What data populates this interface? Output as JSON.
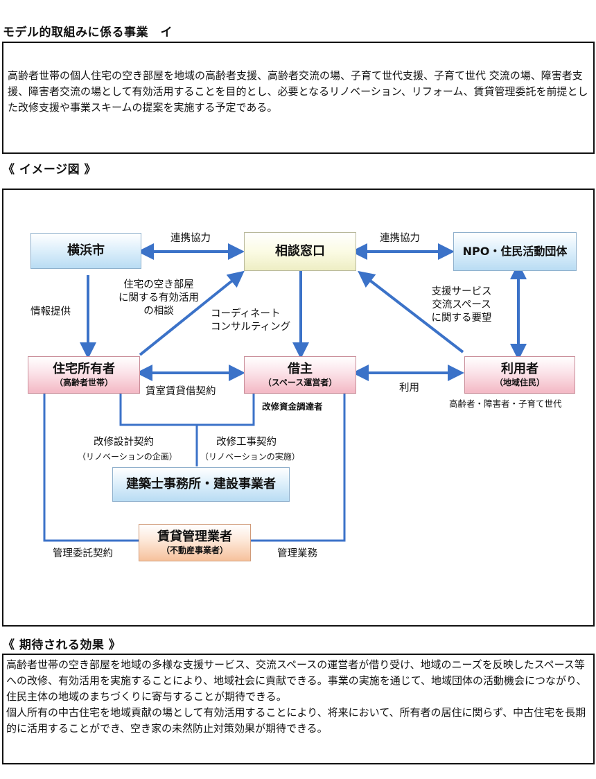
{
  "heading_business": "モデル的取組みに係る事業　イ",
  "description": "高齢者世帯の個人住宅の空き部屋を地域の高齢者支援、高齢者交流の場、子育て世代支援、子育て世代 交流の場、障害者支援、障害者交流の場として有効活用することを目的とし、必要となるリノベーション、リフォーム、賃貸管理委託を前提とした改修支援や事業スキームの提案を実施する予定である。",
  "heading_image": "《 イメージ図 》",
  "diagram": {
    "nodes": {
      "yokohama": "横浜市",
      "soudan": "相談窓口",
      "npo": "NPO・住民活動団体",
      "owner": "住宅所有者",
      "owner_sub": "（高齢者世帯）",
      "karinushi": "借主",
      "karinushi_sub": "（スペース運営者）",
      "riyousha": "利用者",
      "riyousha_sub": "（地域住民）",
      "kenchiku": "建築士事務所・建設事業者",
      "kanri": "賃貸管理業者",
      "kanri_sub": "（不動産事業者）"
    },
    "labels": {
      "renkei_left": "連携協力",
      "renkei_right": "連携協力",
      "joho": "情報提供",
      "akibeya_1": "住宅の空き部屋",
      "akibeya_2": "に関する有効活用",
      "akibeya_3": "の相談",
      "coordinate_1": "コーディネート",
      "coordinate_2": "コンサルティング",
      "shien_1": "支援サービス",
      "shien_2": "交流スペース",
      "shien_3": "に関する要望",
      "chintai": "賃室賃貸借契約",
      "riyou": "利用",
      "users_types": "高齢者・障害者・子育て世代",
      "shikin": "改修資金調達者",
      "sekkei": "改修設計契約",
      "sekkei_sub": "（リノベーションの企画）",
      "kouji": "改修工事契約",
      "kouji_sub": "（リノベーションの実施）",
      "kanri_itaku": "管理委託契約",
      "kanri_gyomu": "管理業務"
    }
  },
  "heading_effect": "《 期待される効果 》",
  "effect_1": "高齢者世帯の空き部屋を地域の多様な支援サービス、交流スペースの運営者が借り受け、地域のニーズを反映したスペース等への改修、有効活用を実施することにより、地域社会に貢献できる。事業の実施を通じて、地域団体の活動機会につながり、住民主体の地域のまちづくりに寄与することが期待できる。",
  "effect_2": "個人所有の中古住宅を地域貢献の場として有効活用することにより、将来において、所有者の居住に関らず、中古住宅を長期的に活用することができ、空き家の未然防止対策効果が期待できる。",
  "colors": {
    "arrow": "#3b72c8",
    "line": "#3b72c8"
  }
}
